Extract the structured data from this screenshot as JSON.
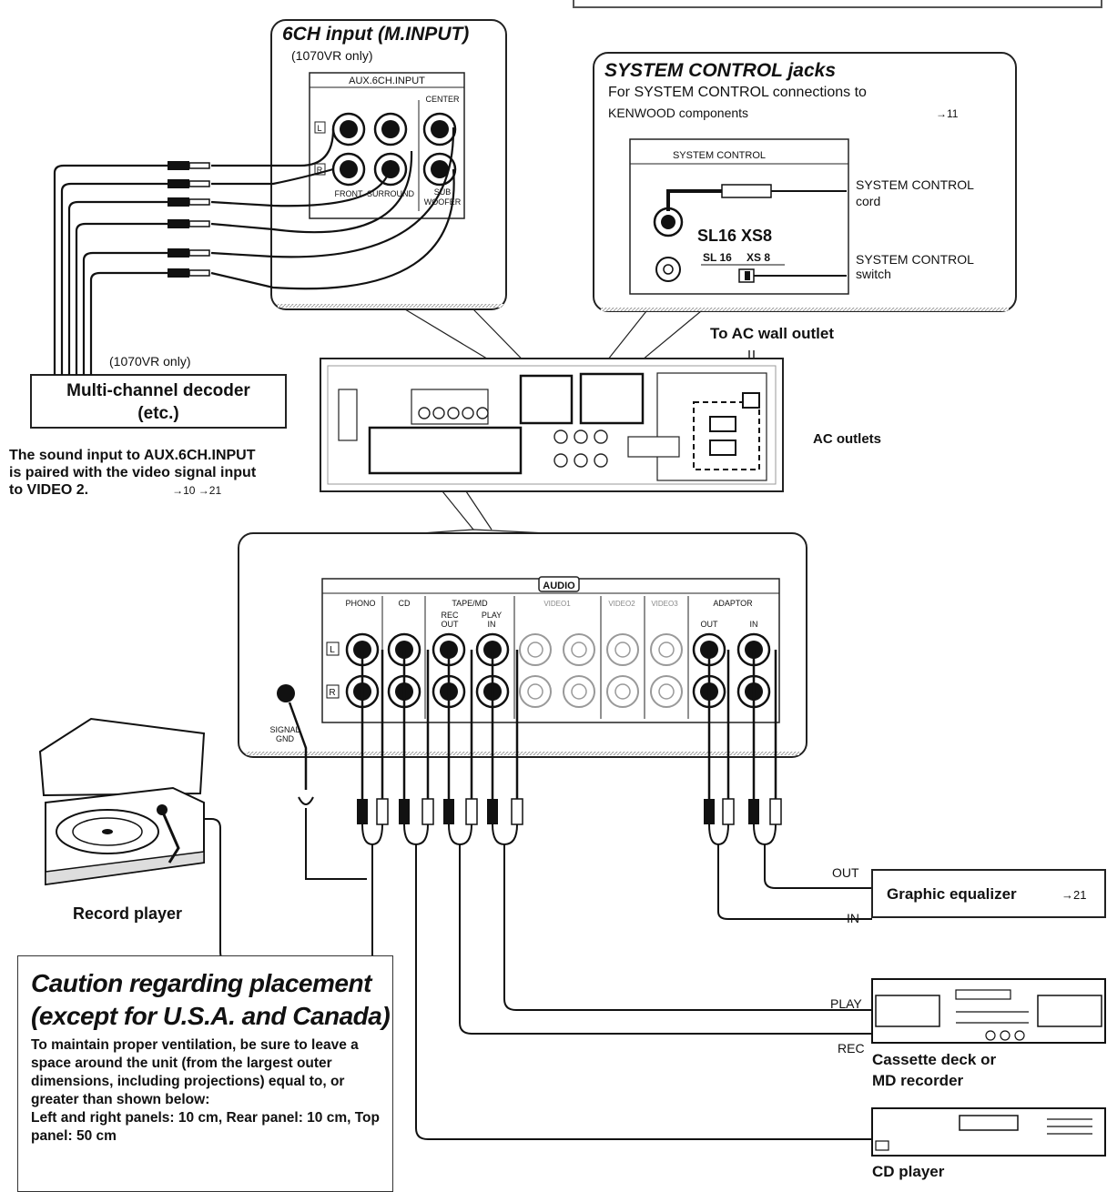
{
  "sixch": {
    "title": "6CH input (M.INPUT)",
    "subtitle": "(1070VR only)",
    "panel_label": "AUX.6CH.INPUT",
    "center": "CENTER",
    "front": "FRONT",
    "surround": "SURROUND",
    "subwoofer_1": "SUB",
    "subwoofer_2": "WOOFER",
    "l_mark": "L",
    "r_mark": "R"
  },
  "system_control": {
    "title": "SYSTEM CONTROL jacks",
    "desc_line1": "For SYSTEM CONTROL connections to",
    "desc_line2": "KENWOOD components",
    "ref": "→11",
    "panel_label": "SYSTEM CONTROL",
    "cord_label_1": "SYSTEM CONTROL",
    "cord_label_2": "cord",
    "switch_label_1": "SYSTEM CONTROL",
    "switch_label_2": "switch",
    "mode_big": "SL16  XS8",
    "mode_sl": "SL 16",
    "mode_xs": "XS 8"
  },
  "ac": {
    "wall_outlet": "To AC wall outlet",
    "outlets": "AC outlets"
  },
  "decoder": {
    "only": "(1070VR only)",
    "line1": "Multi-channel decoder",
    "line2": "(etc.)"
  },
  "note": {
    "line1": "The sound input to AUX.6CH.INPUT",
    "line2": "is paired with the video signal input",
    "line3": "to VIDEO 2.",
    "refs": "→10 →21"
  },
  "audio_panel": {
    "header": "AUDIO",
    "phono": "PHONO",
    "cd": "CD",
    "tape_md": "TAPE/MD",
    "rec_out_1": "REC",
    "rec_out_2": "OUT",
    "play_in_1": "PLAY",
    "play_in_2": "IN",
    "video1": "VIDEO1",
    "video2": "VIDEO2",
    "video3": "VIDEO3",
    "adaptor": "ADAPTOR",
    "out": "OUT",
    "in": "IN",
    "l": "L",
    "r": "R",
    "signal_gnd_1": "SIGNAL",
    "signal_gnd_2": "GND"
  },
  "devices": {
    "record_player": "Record player",
    "graphic_eq": "Graphic equalizer",
    "eq_ref": "→21",
    "eq_out": "OUT",
    "eq_in": "IN",
    "play": "PLAY",
    "rec": "REC",
    "cassette_1": "Cassette deck or",
    "cassette_2": "MD recorder",
    "cd_player": "CD player"
  },
  "caution": {
    "title_1": "Caution regarding placement",
    "title_2": "(except for U.S.A. and Canada)",
    "body": "To maintain proper ventilation, be sure to leave a space around the unit (from the largest outer dimensions, including projections) equal to, or greater than shown below:",
    "body2": "Left and right panels: 10 cm, Rear panel: 10 cm, Top panel: 50 cm"
  }
}
